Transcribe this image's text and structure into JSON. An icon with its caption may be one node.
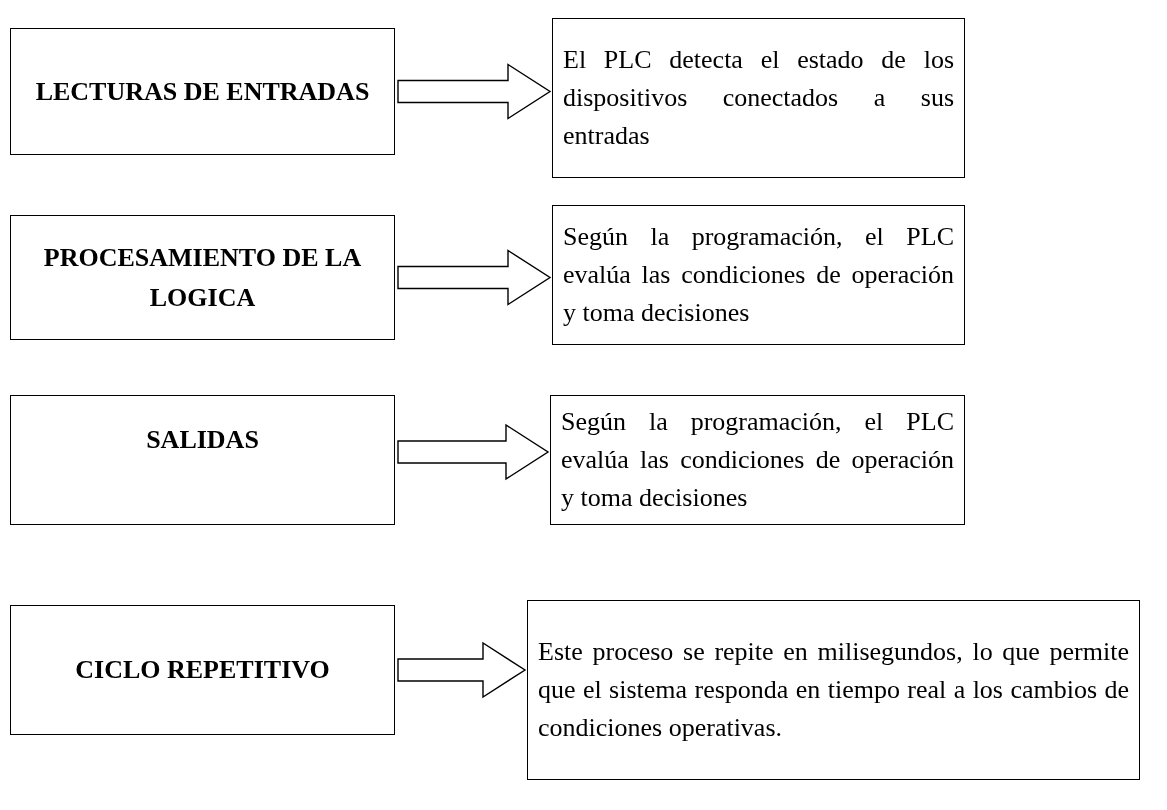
{
  "diagram": {
    "nodes": [
      {
        "text": [
          "LECTURAS DE ENTRADAS"
        ]
      },
      {
        "text": [
          "El PLC detecta el estado de los dispositivos conectados a sus entradas"
        ]
      },
      {
        "text": [
          "PROCESAMIENTO DE LA LOGICA"
        ]
      },
      {
        "text": [
          "Según la programación, el PLC evalúa las condiciones de operación y toma decisiones"
        ]
      },
      {
        "text": [
          "SALIDAS"
        ]
      },
      {
        "text": [
          "Según la programación, el PLC evalúa las condiciones de operación y toma decisiones"
        ]
      },
      {
        "text": [
          "CICLO REPETITIVO"
        ]
      },
      {
        "text": [
          "Este proceso se repite en milisegundos, lo que permite que el sistema responda en tiempo real a los cambios de condiciones operativas."
        ]
      }
    ],
    "edges": [
      {
        "from": 0,
        "to": 1,
        "arrow": "to"
      },
      {
        "from": 2,
        "to": 3,
        "arrow": "to"
      },
      {
        "from": 4,
        "to": 5,
        "arrow": "to"
      },
      {
        "from": 6,
        "to": 7,
        "arrow": "to"
      }
    ]
  }
}
